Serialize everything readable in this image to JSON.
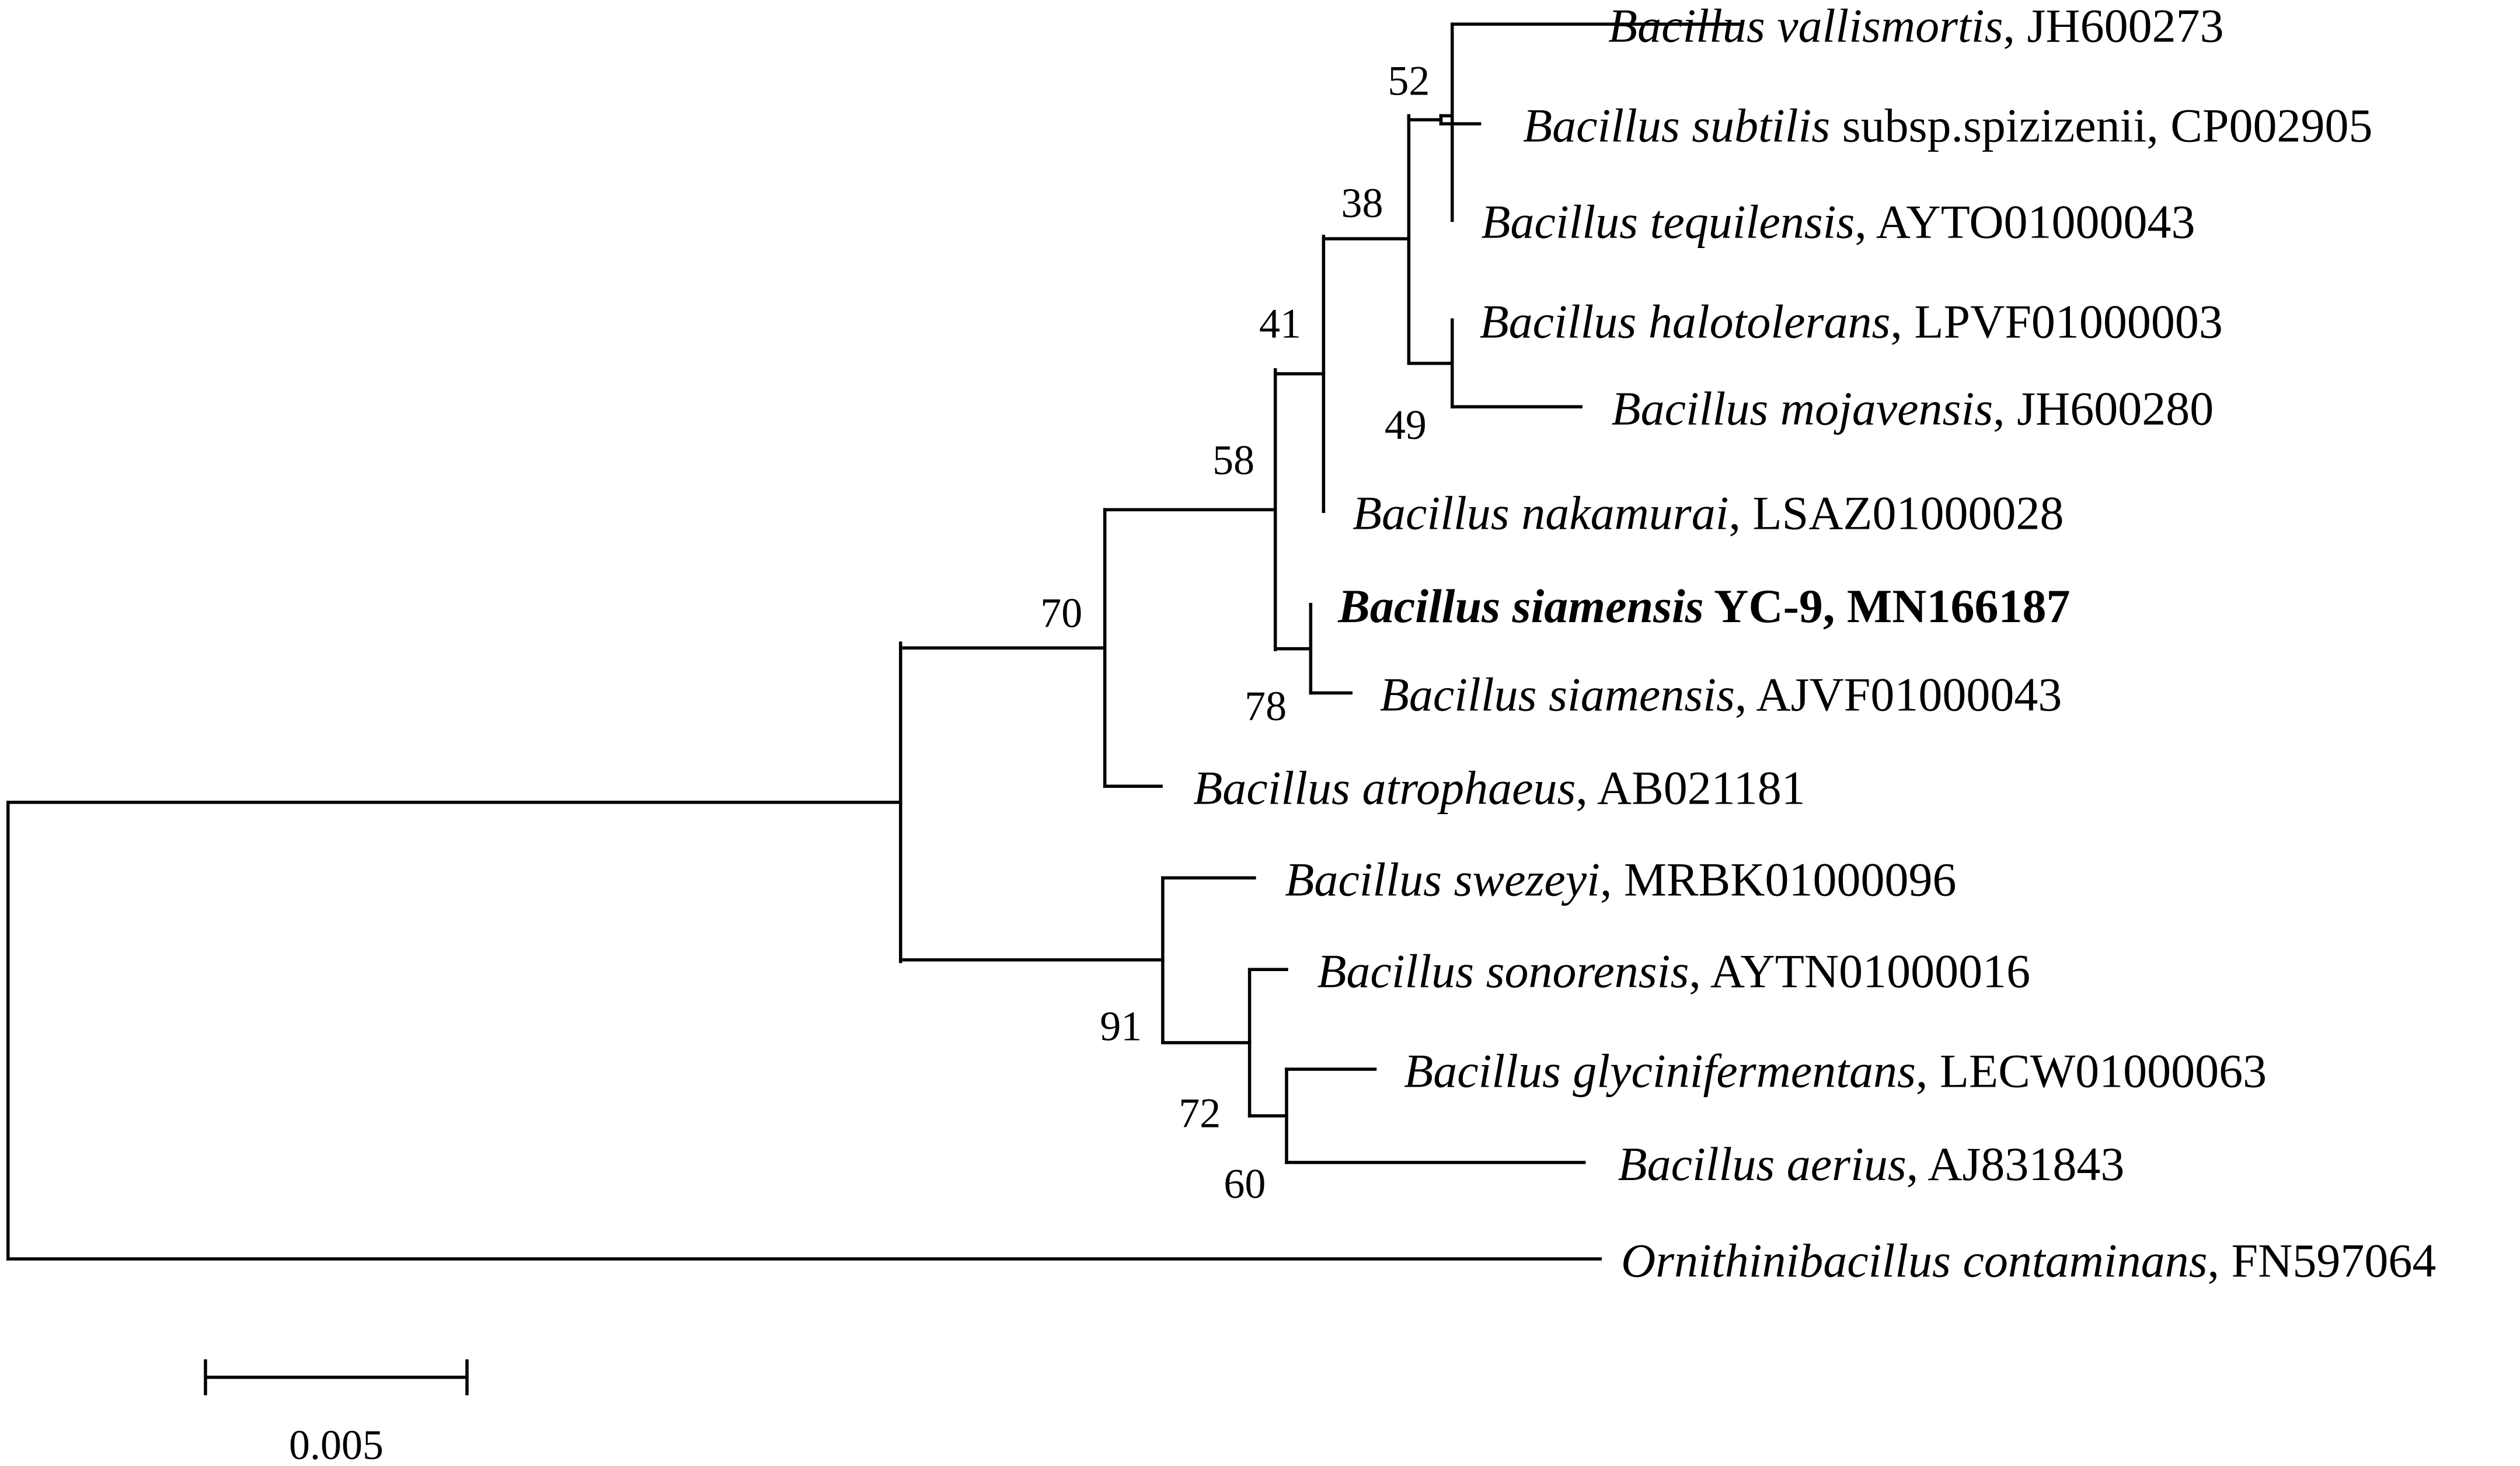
{
  "taxa": [
    {
      "id": "vallismortis",
      "species": "Bacillus vallismortis",
      "rest": ", JH600273",
      "bold": false
    },
    {
      "id": "subtilis",
      "species": "Bacillus subtilis",
      "rest": " subsp.spizizenii, CP002905",
      "bold": false
    },
    {
      "id": "tequilensis",
      "species": "Bacillus tequilensis",
      "rest": ", AYTO01000043",
      "bold": false
    },
    {
      "id": "halotolerans",
      "species": "Bacillus halotolerans",
      "rest": ", LPVF01000003",
      "bold": false
    },
    {
      "id": "mojavensis",
      "species": "Bacillus mojavensis",
      "rest": ", JH600280",
      "bold": false
    },
    {
      "id": "nakamurai",
      "species": "Bacillus nakamurai",
      "rest": ", LSAZ01000028",
      "bold": false
    },
    {
      "id": "yc9",
      "species": "Bacillus siamensis",
      "rest": " YC-9, MN166187",
      "bold": true
    },
    {
      "id": "siamensis",
      "species": "Bacillus siamensis",
      "rest": ", AJVF01000043",
      "bold": false
    },
    {
      "id": "atrophaeus",
      "species": "Bacillus atrophaeus",
      "rest": ", AB021181",
      "bold": false
    },
    {
      "id": "swezeyi",
      "species": "Bacillus swezeyi",
      "rest": ", MRBK01000096",
      "bold": false
    },
    {
      "id": "sonorensis",
      "species": "Bacillus sonorensis",
      "rest": ", AYTN01000016",
      "bold": false
    },
    {
      "id": "glycinifermentans",
      "species": "Bacillus glycinifermentans",
      "rest": ", LECW01000063",
      "bold": false
    },
    {
      "id": "aerius",
      "species": "Bacillus aerius",
      "rest": ", AJ831843",
      "bold": false
    },
    {
      "id": "ornithinibacillus",
      "species": "Ornithinibacillus contaminans",
      "rest": ", FN597064",
      "bold": false
    }
  ],
  "bootstrap": [
    {
      "node": "n52",
      "value": "52"
    },
    {
      "node": "n38",
      "value": "38"
    },
    {
      "node": "n41",
      "value": "41"
    },
    {
      "node": "n49",
      "value": "49"
    },
    {
      "node": "n58",
      "value": "58"
    },
    {
      "node": "n70",
      "value": "70"
    },
    {
      "node": "n78",
      "value": "78"
    },
    {
      "node": "n91",
      "value": "91"
    },
    {
      "node": "n72",
      "value": "72"
    },
    {
      "node": "n60",
      "value": "60"
    }
  ],
  "scale_bar": {
    "label": "0.005"
  }
}
